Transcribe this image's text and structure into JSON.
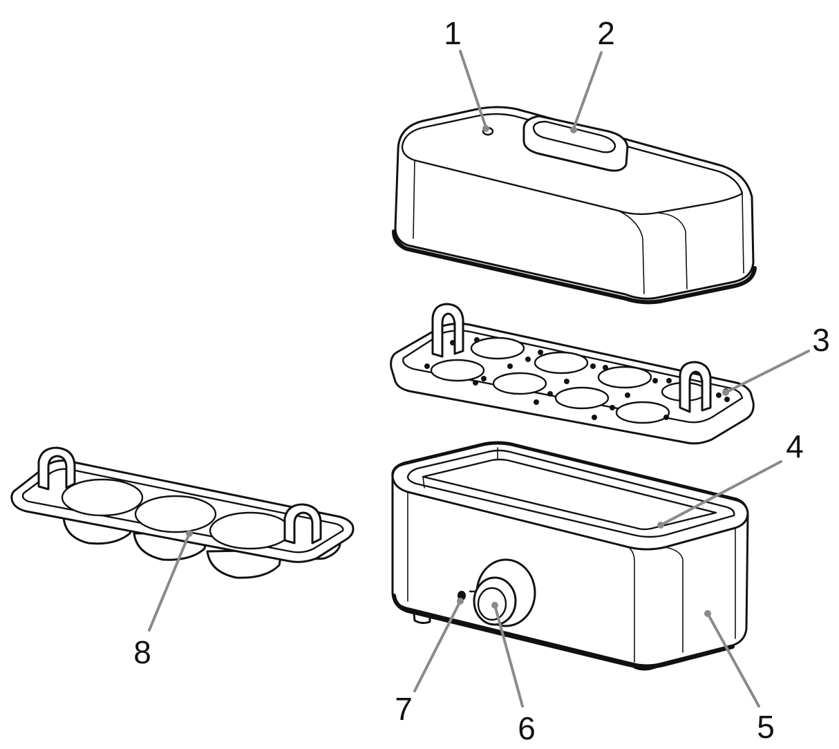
{
  "callouts": [
    {
      "number": "1"
    },
    {
      "number": "2"
    },
    {
      "number": "3"
    },
    {
      "number": "4"
    },
    {
      "number": "5"
    },
    {
      "number": "6"
    },
    {
      "number": "7"
    },
    {
      "number": "8"
    }
  ]
}
